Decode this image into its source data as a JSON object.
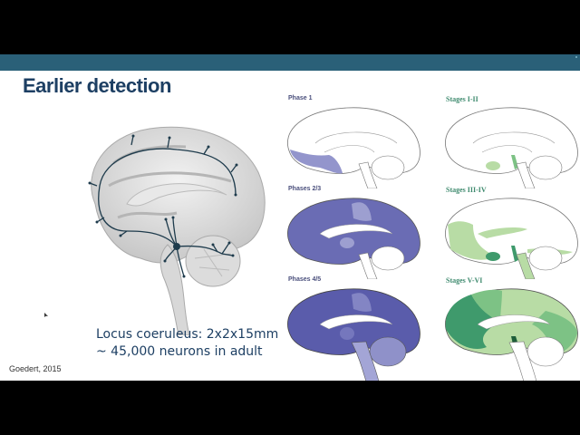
{
  "slide": {
    "title": "Earlier detection",
    "caption": {
      "line1": "Locus coeruleus: 2x2x15mm",
      "line2": "~ 45,000 neurons in adult"
    },
    "citation": "Goedert, 2015"
  },
  "panels": {
    "phase1": {
      "label": "Phase 1"
    },
    "stages12": {
      "label": "Stages I-II"
    },
    "phases23": {
      "label": "Phases 2/3"
    },
    "stages34": {
      "label": "Stages III-IV"
    },
    "phases45": {
      "label": "Phases 4/5"
    },
    "stages56": {
      "label": "Stages V-VI"
    }
  },
  "colors": {
    "header_band": "#2a6078",
    "title": "#1d3f63",
    "amyloid_purple": "#6a6cb4",
    "amyloid_light": "#9d9fd0",
    "tau_light": "#b8dca5",
    "tau_mid": "#7dc285",
    "tau_dark": "#3f9a6c"
  }
}
